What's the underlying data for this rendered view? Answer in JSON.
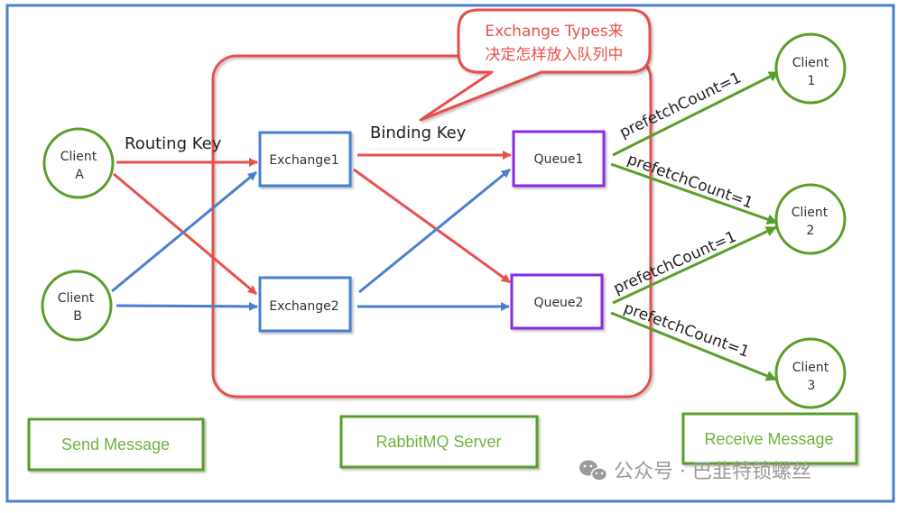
{
  "colors": {
    "frame": "#4a7fd0",
    "server_box": "#e8504c",
    "client": "#5a9e2a",
    "exchange": "#4a7fd0",
    "queue": "#8a2be2",
    "red_arrow": "#e8504c",
    "blue_arrow": "#4a7fd0",
    "green_arrow": "#5a9e2a",
    "legend_border": "#5a9e2a",
    "legend_text": "#6fb33f",
    "watermark": "#9a9a9a"
  },
  "callout": {
    "line1": "Exchange Types来",
    "line2": "决定怎样放入队列中"
  },
  "labels": {
    "routing_key": "Routing Key",
    "binding_key": "Binding Key"
  },
  "producers": [
    {
      "id": "clientA",
      "line1": "Client",
      "line2": "A"
    },
    {
      "id": "clientB",
      "line1": "Client",
      "line2": "B"
    }
  ],
  "exchanges": [
    {
      "id": "exchange1",
      "label": "Exchange1"
    },
    {
      "id": "exchange2",
      "label": "Exchange2"
    }
  ],
  "queues": [
    {
      "id": "queue1",
      "label": "Queue1"
    },
    {
      "id": "queue2",
      "label": "Queue2"
    }
  ],
  "consumers": [
    {
      "id": "client1",
      "line1": "Client",
      "line2": "1"
    },
    {
      "id": "client2",
      "line1": "Client",
      "line2": "2"
    },
    {
      "id": "client3",
      "line1": "Client",
      "line2": "3"
    }
  ],
  "edges": [
    {
      "from": "clientA",
      "to": "exchange1",
      "color": "red"
    },
    {
      "from": "clientA",
      "to": "exchange2",
      "color": "red"
    },
    {
      "from": "clientB",
      "to": "exchange1",
      "color": "blue"
    },
    {
      "from": "clientB",
      "to": "exchange2",
      "color": "blue"
    },
    {
      "from": "exchange1",
      "to": "queue1",
      "color": "red"
    },
    {
      "from": "exchange1",
      "to": "queue2",
      "color": "red"
    },
    {
      "from": "exchange2",
      "to": "queue1",
      "color": "blue"
    },
    {
      "from": "exchange2",
      "to": "queue2",
      "color": "blue"
    },
    {
      "from": "queue1",
      "to": "client1",
      "color": "green",
      "label": "prefetchCount=1"
    },
    {
      "from": "queue1",
      "to": "client2",
      "color": "green",
      "label": "prefetchCount=1"
    },
    {
      "from": "queue2",
      "to": "client2",
      "color": "green",
      "label": "prefetchCount=1"
    },
    {
      "from": "queue2",
      "to": "client3",
      "color": "green",
      "label": "prefetchCount=1"
    }
  ],
  "legend": {
    "send": "Send Message",
    "server": "RabbitMQ Server",
    "receive": "Receive Message"
  },
  "watermark": {
    "icon": "wechat-icon",
    "text": "公众号 · 巴韭特锁螺丝"
  }
}
